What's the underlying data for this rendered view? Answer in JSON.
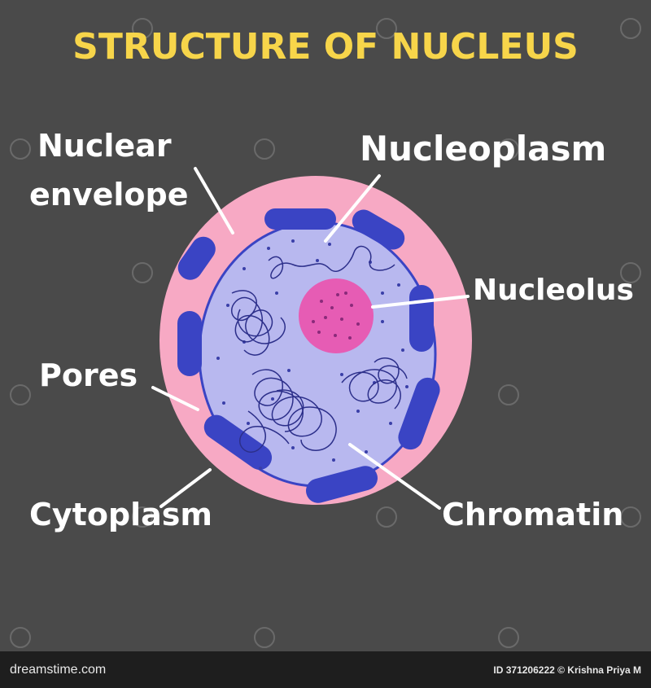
{
  "title": "STRUCTURE OF NUCLEUS",
  "labels": {
    "nuclear_envelope_line1": "Nuclear",
    "nuclear_envelope_line2": "envelope",
    "nucleoplasm": "Nucleoplasm",
    "nucleolus": "Nucleolus",
    "pores": "Pores",
    "cytoplasm": "Cytoplasm",
    "chromatin": "Chromatin"
  },
  "footer": {
    "brand": "dreamstime.com",
    "credit": "ID 371206222 © Krishna Priya M"
  },
  "colors": {
    "background": "#4a4a4a",
    "title": "#f7d54a",
    "cytoplasm": "#f7a9c4",
    "nucleoplasm": "#b8b8ef",
    "envelope": "#3a44c4",
    "nucleolus": "#e65cb4",
    "chromatin": "#2c2f8a"
  },
  "icons": [
    "dreamstime-watermark-icon"
  ]
}
